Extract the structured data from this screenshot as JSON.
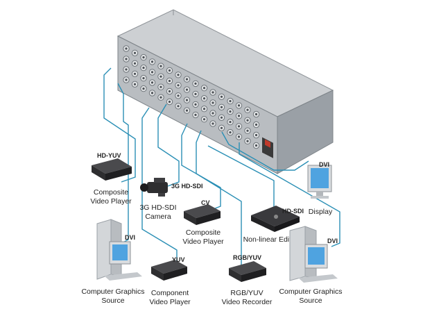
{
  "colors": {
    "cable": "#2a8fb5",
    "chassis_top": "#cdd0d3",
    "chassis_front": "#9aa0a6",
    "chassis_rear": "#b9bdc1",
    "device_dark": "#2e2e30",
    "monitor_screen": "#4fa3e0"
  },
  "devices": {
    "hdyuv_player": {
      "tag": "HD-YUV",
      "label_line1": "Composite",
      "label_line2": "Video Player"
    },
    "camera": {
      "tag": "3G HD-SDI",
      "label_line1": "3G HD-SDI",
      "label_line2": "Camera"
    },
    "cv_player": {
      "tag": "CV",
      "label_line1": "Composite",
      "label_line2": "Video Player"
    },
    "display": {
      "tag": "DVI",
      "label_line1": "Display"
    },
    "editor": {
      "tag": "HD-SDI",
      "label_line1": "Non-linear Editor"
    },
    "pc_left": {
      "tag": "DVI",
      "label_line1": "Computer Graphics",
      "label_line2": "Source"
    },
    "component_player": {
      "tag": "YUV",
      "label_line1": "Component",
      "label_line2": "Video Player"
    },
    "recorder": {
      "tag": "RGB/YUV",
      "label_line1": "RGB/YUV",
      "label_line2": "Video Recorder"
    },
    "pc_right": {
      "tag": "DVI",
      "label_line1": "Computer Graphics",
      "label_line2": "Source"
    }
  }
}
